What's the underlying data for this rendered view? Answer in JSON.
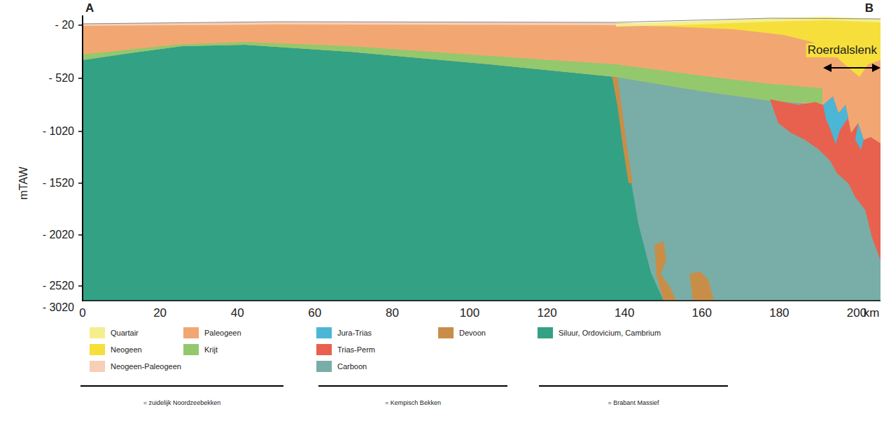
{
  "diagram": {
    "labels": [
      "A",
      "B",
      "Roerdalslenk",
      "- 20",
      "- 520",
      "- 1020",
      "- 1520",
      "- 2020",
      "- 2520",
      "- 3020",
      "mTAW",
      "0",
      "20",
      "40",
      "60",
      "80",
      "100",
      "120",
      "140",
      "160",
      "180",
      "200",
      "km",
      "= zuidelijk Noordzeebekken",
      "= Kempisch Bekken",
      "= Brabant Massief"
    ],
    "legend": [
      {
        "text": "Quartair",
        "color": "#f4ef8c"
      },
      {
        "text": "Neogeen",
        "color": "#f6df3a"
      },
      {
        "text": "Neogeen-Paleogeen",
        "color": "#f6cfb4"
      },
      {
        "text": "Paleogeen",
        "color": "#f2a772"
      },
      {
        "text": "Krijt",
        "color": "#93c86c"
      },
      {
        "text": "Jura-Trias",
        "color": "#4cb6d6"
      },
      {
        "text": "Trias-Perm",
        "color": "#e8614e"
      },
      {
        "text": "Carboon",
        "color": "#78aea7"
      },
      {
        "text": "Devoon",
        "color": "#c88e48"
      },
      {
        "text": "Siluur, Ordovicium, Cambrium",
        "color": "#33a184"
      }
    ]
  }
}
